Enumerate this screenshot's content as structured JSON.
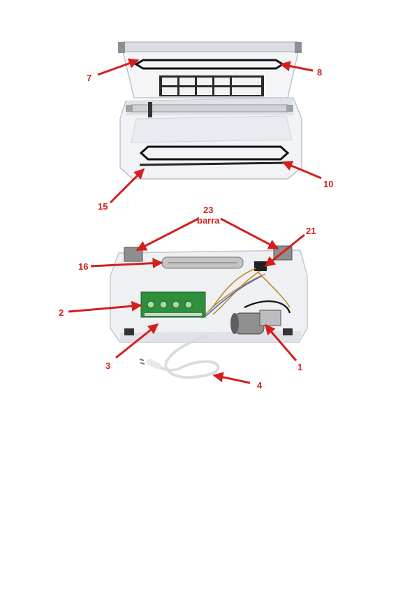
{
  "colors": {
    "callout": "#d41f1f",
    "body": "#eef0f3",
    "shadow": "#cfd3d9",
    "gasket": "#111111",
    "pcb": "#2f8f3a",
    "metal": "#9a9a9a"
  },
  "callouts": {
    "c7": "7",
    "c8": "8",
    "c10": "10",
    "c15": "15",
    "c23": "23",
    "barra": "barra",
    "c21": "21",
    "c16": "16",
    "c2": "2",
    "c3": "3",
    "c1": "1",
    "c4": "4"
  }
}
